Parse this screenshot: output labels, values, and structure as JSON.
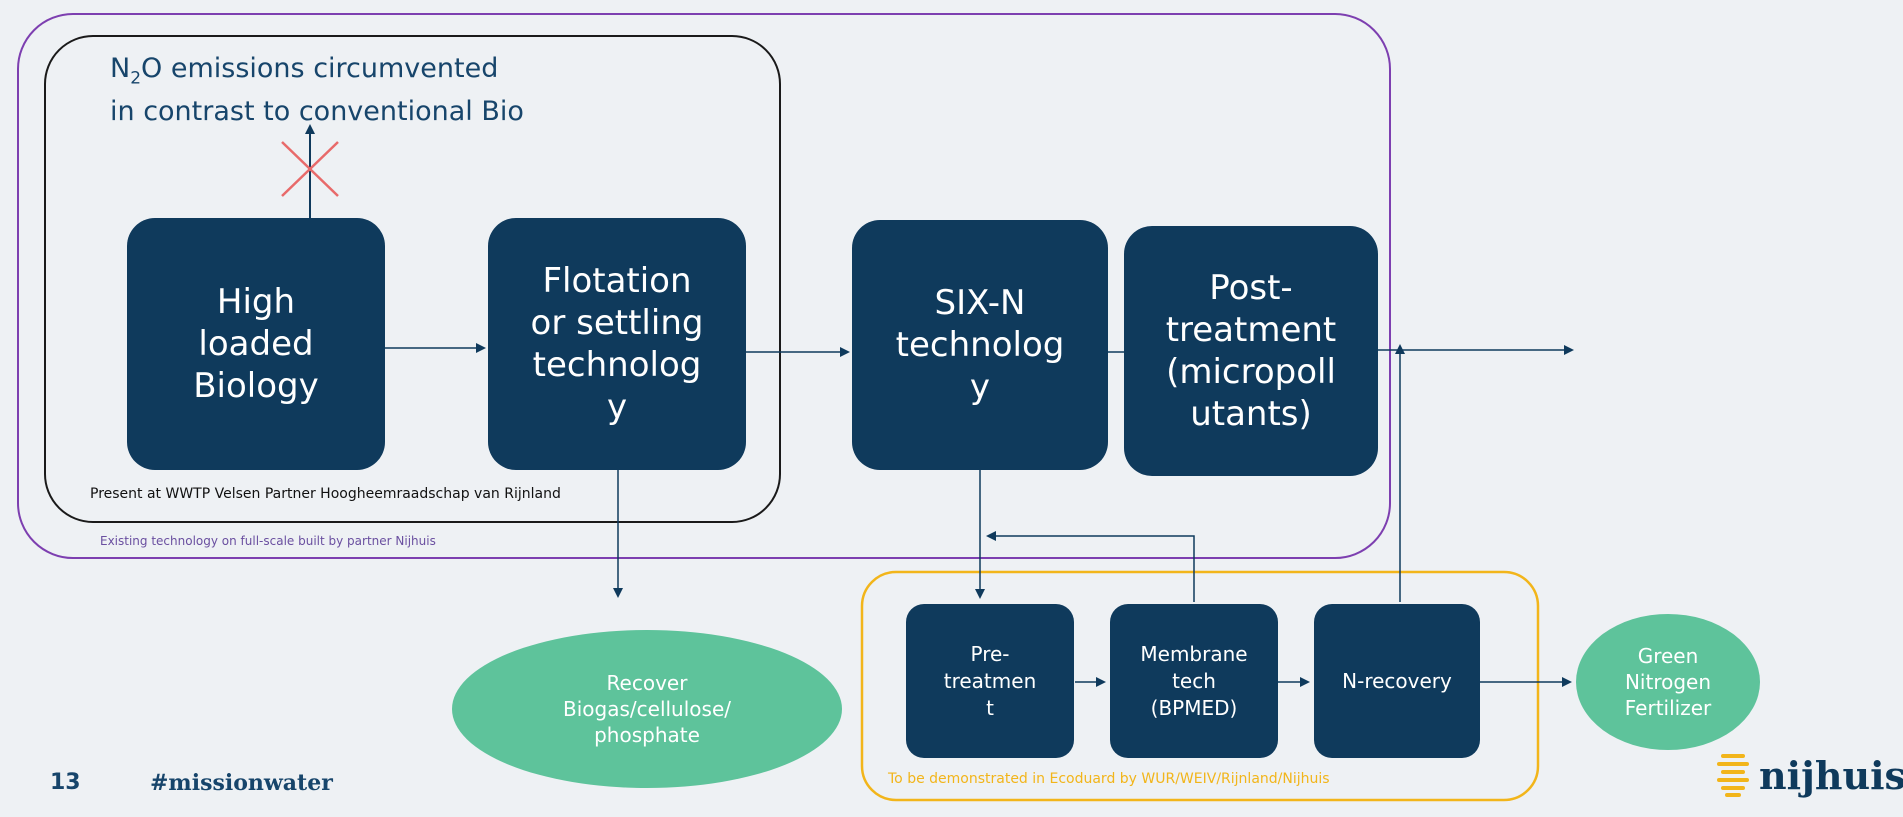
{
  "n2o_note": {
    "prefix": "N",
    "subscript": "2",
    "rest": "O emissions circumvented\nin contrast to conventional Bio"
  },
  "boxes": {
    "high_loaded_biology": "High\nloaded\nBiology",
    "flotation": "Flotation\nor settling\ntechnolog\ny",
    "six_n": "SIX-N\ntechnolog\ny",
    "post_treatment": "Post-\ntreatment\n(micropoll\nutants)",
    "pre_treatment": "Pre-\ntreatmen\nt",
    "membrane": "Membrane\ntech\n(BPMED)",
    "n_recovery": "N-recovery"
  },
  "outputs": {
    "recover": "Recover\nBiogas/cellulose/\nphosphate",
    "green_fertilizer": "Green\nNitrogen\nFertilizer"
  },
  "captions": {
    "present": "Present at WWTP Velsen Partner Hoogheemraadschap van Rijnland",
    "existing": "Existing technology on full-scale built by partner Nijhuis",
    "demonstrated": "To be demonstrated in Ecoduard by WUR/WEIV/Rijnland/Nijhuis"
  },
  "footer": {
    "page_number": "13",
    "hashtag": "#missionwater",
    "logo": "nijhuis"
  },
  "colors": {
    "box": "#0f3a5c",
    "oval": "#5ec39b",
    "purple_outline": "#7d3fb0",
    "black_outline": "#1a1a1a",
    "yellow_outline": "#f2b51a",
    "cross": "#e86a6a"
  }
}
